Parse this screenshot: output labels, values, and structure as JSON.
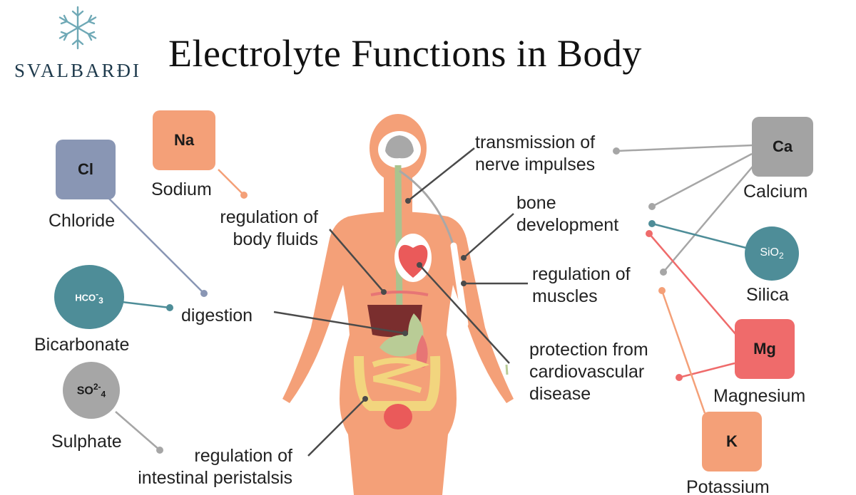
{
  "title": "Electrolyte Functions in Body",
  "brand": {
    "name": "SVALBARÐI",
    "logo_icon": "snowflake-icon"
  },
  "colors": {
    "sodium": "#f4a078",
    "chloride": "#8996b4",
    "bicarbonate": "#4e8d98",
    "sulphate": "#a6a6a6",
    "calcium": "#a3a3a3",
    "silica": "#4e8d98",
    "magnesium": "#ef6b6b",
    "potassium": "#f4a078",
    "body": "#f4a078"
  },
  "electrolytes": {
    "sodium": {
      "symbol": "Na",
      "name": "Sodium"
    },
    "chloride": {
      "symbol": "Cl",
      "name": "Chloride"
    },
    "bicarbonate": {
      "symbol": "HCO",
      "sub": "3",
      "sup": "-",
      "name": "Bicarbonate"
    },
    "sulphate": {
      "symbol": "SO",
      "sub": "4",
      "sup": "2-",
      "name": "Sulphate"
    },
    "calcium": {
      "symbol": "Ca",
      "name": "Calcium"
    },
    "silica": {
      "symbol": "SiO",
      "sub": "2",
      "name": "Silica"
    },
    "magnesium": {
      "symbol": "Mg",
      "name": "Magnesium"
    },
    "potassium": {
      "symbol": "K",
      "name": "Potassium"
    }
  },
  "functions": {
    "nerve": [
      "transmission of",
      "nerve impulses"
    ],
    "fluids": [
      "regulation of",
      "body fluids"
    ],
    "bone": [
      "bone",
      "development"
    ],
    "muscles": [
      "regulation of",
      "muscles"
    ],
    "digestion": [
      "digestion"
    ],
    "cardio": [
      "protection from",
      "cardiovascular",
      "disease"
    ],
    "peristalsis": [
      "regulation of",
      "intestinal peristalsis"
    ]
  }
}
